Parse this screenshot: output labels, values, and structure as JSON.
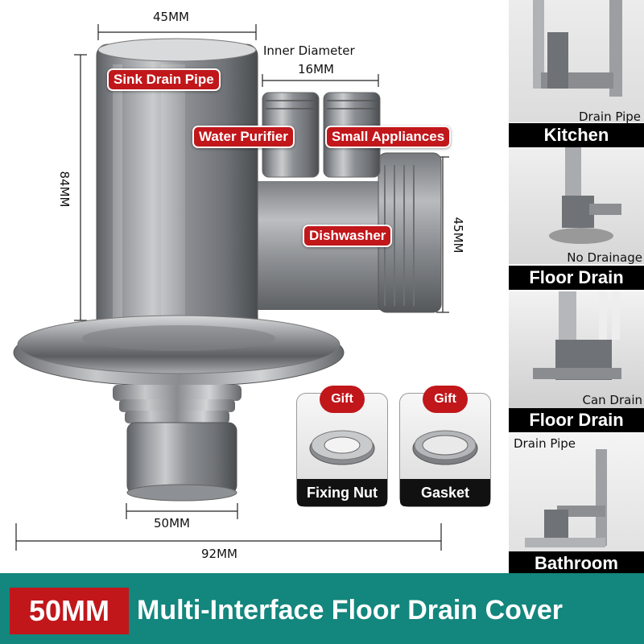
{
  "dimensions": {
    "top_width": "45MM",
    "inner_diameter_label": "Inner Diameter",
    "inner_diameter_value": "16MM",
    "height": "84MM",
    "side_height": "45MM",
    "bottom_width": "50MM",
    "total_width": "92MM"
  },
  "callouts": {
    "sink": "Sink Drain Pipe",
    "purifier": "Water Purifier",
    "appliances": "Small Appliances",
    "dishwasher": "Dishwasher"
  },
  "gifts": [
    {
      "badge": "Gift",
      "name": "Fixing Nut"
    },
    {
      "badge": "Gift",
      "name": "Gasket"
    }
  ],
  "sidebar": [
    {
      "caption": "Drain Pipe",
      "label": "Kitchen"
    },
    {
      "caption": "No Drainage",
      "label": "Floor Drain"
    },
    {
      "caption": "Can Drain",
      "label": "Floor Drain"
    },
    {
      "caption": "Drain Pipe",
      "label": "Bathroom"
    }
  ],
  "banner": {
    "size": "50MM",
    "title": "Multi-Interface Floor Drain Cover"
  },
  "colors": {
    "red": "#c1171b",
    "teal": "#13867d",
    "black": "#000000"
  }
}
